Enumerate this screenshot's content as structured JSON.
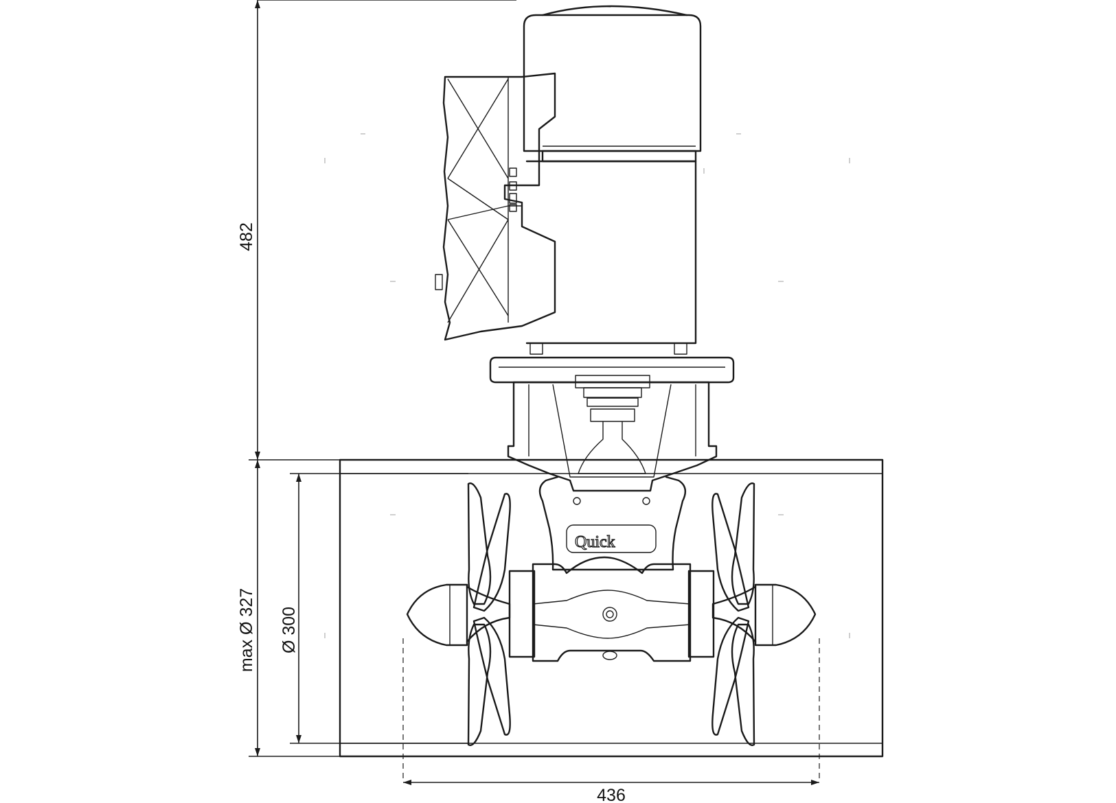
{
  "dimensions": {
    "total_height": "482",
    "tunnel_max_diameter": "max Ø 327",
    "propeller_diameter": "Ø 300",
    "overall_width": "436"
  },
  "brand": {
    "logo_text": "Quick"
  }
}
